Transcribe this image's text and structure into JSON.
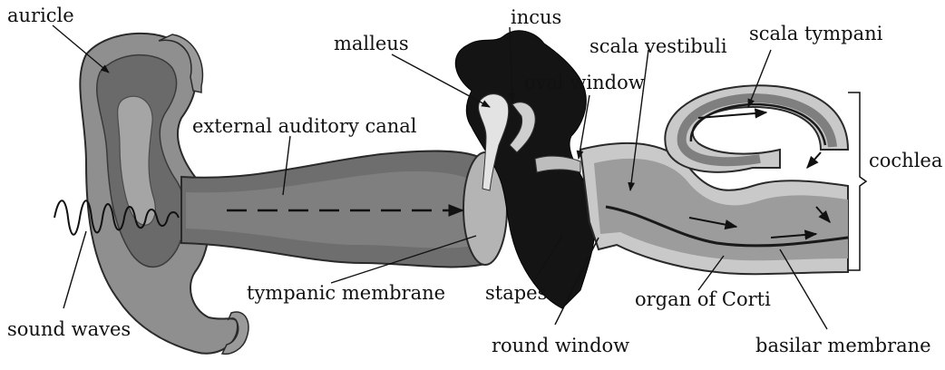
{
  "labels": {
    "auricle": "auricle",
    "incus": "incus",
    "malleus": "malleus",
    "scala_vestibuli": "scala vestibuli",
    "scala_tympani": "scala tympani",
    "oval_window": "oval window",
    "external_auditory_canal": "external auditory canal",
    "cochlea": "cochlea",
    "tympanic_membrane": "tympanic membrane",
    "stapes": "stapes",
    "organ_of_corti": "organ of Corti",
    "sound_waves": "sound waves",
    "round_window": "round window",
    "basilar_membrane": "basilar membrane"
  },
  "colors": {
    "ear_fill": "#8f8f8f",
    "ear_dark": "#4a4a4a",
    "canal_fill": "#6e6e6e",
    "ossicle_dark": "#141414",
    "cochlea_outer": "#c9c9c9",
    "cochlea_mid": "#9c9c9c",
    "leader": "#111111"
  }
}
